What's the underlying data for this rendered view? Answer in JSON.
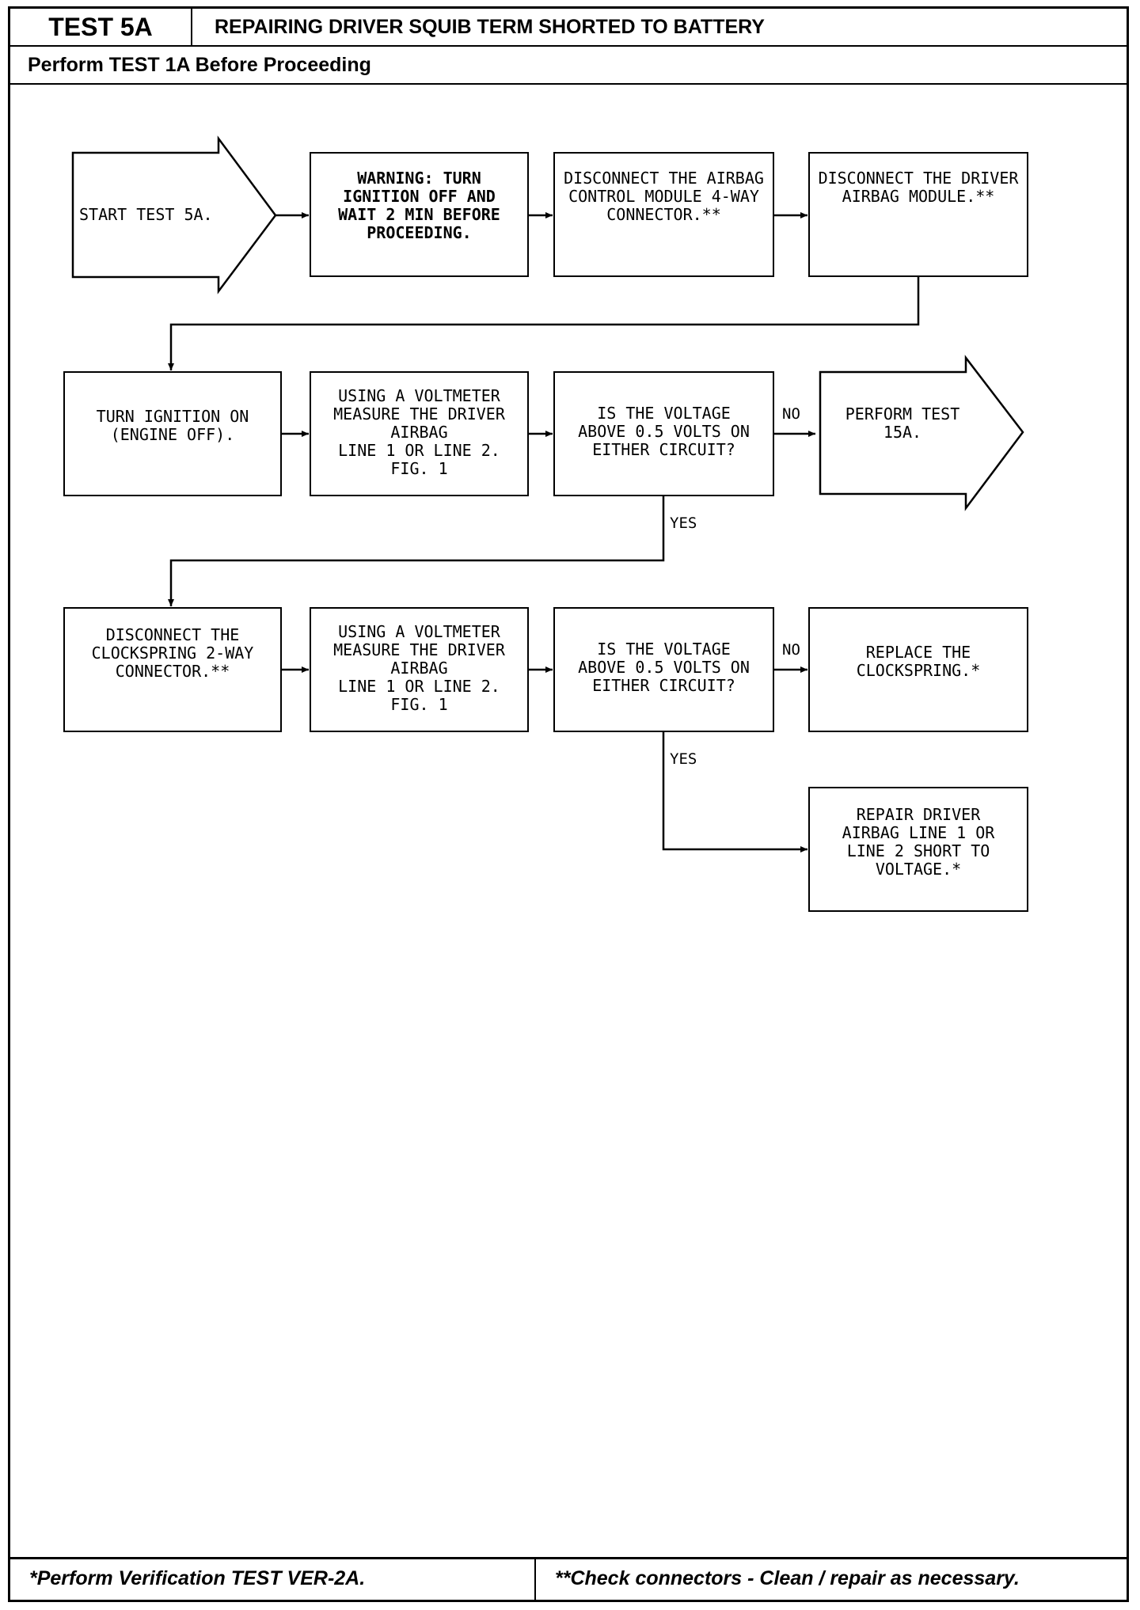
{
  "header": {
    "test_id": "TEST 5A",
    "title": "REPAIRING DRIVER SQUIB TERM SHORTED TO BATTERY",
    "subtitle": "Perform TEST 1A Before Proceeding"
  },
  "steps": {
    "start": "START TEST 5A.",
    "warning": "WARNING: TURN\nIGNITION OFF AND\nWAIT 2 MIN BEFORE\nPROCEEDING.",
    "disconnect_acm": "DISCONNECT THE AIRBAG\nCONTROL MODULE 4-WAY\nCONNECTOR.**",
    "disconnect_driver_module": "DISCONNECT THE DRIVER\nAIRBAG MODULE.**",
    "ignition_on": "TURN IGNITION ON\n(ENGINE OFF).",
    "measure_1": "USING A VOLTMETER\nMEASURE THE DRIVER\nAIRBAG\nLINE 1 OR LINE 2.\nFIG. 1",
    "question_1": "IS THE VOLTAGE\nABOVE 0.5 VOLTS ON\nEITHER CIRCUIT?",
    "perform_15a": "PERFORM TEST\n15A.",
    "disconnect_clockspring": "DISCONNECT THE\nCLOCKSPRING 2-WAY\nCONNECTOR.**",
    "measure_2": "USING A VOLTMETER\nMEASURE THE DRIVER\nAIRBAG\nLINE 1 OR LINE 2.\nFIG. 1",
    "question_2": "IS THE VOLTAGE\nABOVE 0.5 VOLTS ON\nEITHER CIRCUIT?",
    "replace_clockspring": "REPLACE THE\nCLOCKSPRING.*",
    "repair_driver": "REPAIR DRIVER\nAIRBAG LINE 1 OR\nLINE 2 SHORT TO\nVOLTAGE.*"
  },
  "labels": {
    "no": "NO",
    "yes": "YES"
  },
  "footer": {
    "verification": "*Perform Verification TEST VER-2A.",
    "connectors": "**Check connectors - Clean / repair as necessary."
  }
}
